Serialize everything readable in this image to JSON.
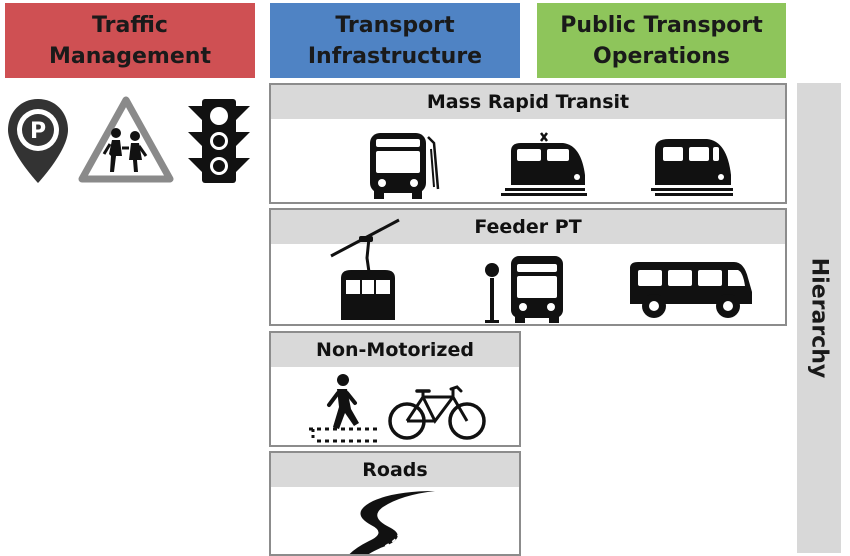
{
  "headers": {
    "traffic": "Traffic\nManagement",
    "infrastructure": "Transport\nInfrastructure",
    "public_transport": "Public Transport\nOperations"
  },
  "panels": {
    "mass_rapid_transit": "Mass Rapid Transit",
    "feeder_pt": "Feeder PT",
    "non_motorized": "Non-Motorized",
    "roads": "Roads"
  },
  "traffic_icons": [
    "parking-location-icon",
    "school-children-sign-icon",
    "traffic-light-icon"
  ],
  "mass_rapid_transit_icons": [
    "bus-rapid-transit-icon",
    "light-rail-icon",
    "metro-train-icon"
  ],
  "feeder_pt_icons": [
    "cable-car-icon",
    "bus-stop-icon",
    "minibus-icon"
  ],
  "non_motorized_icons": [
    "pedestrian-crossing-icon",
    "bicycle-icon"
  ],
  "roads_icons": [
    "winding-road-icon"
  ],
  "side_label": "Hierarchy",
  "colors": {
    "traffic": "#cf5053",
    "infrastructure": "#4f83c4",
    "public_transport": "#8ec55b",
    "panel_title_bg": "#d9d9d9",
    "hierarchy_bg": "#d8d8d8"
  }
}
